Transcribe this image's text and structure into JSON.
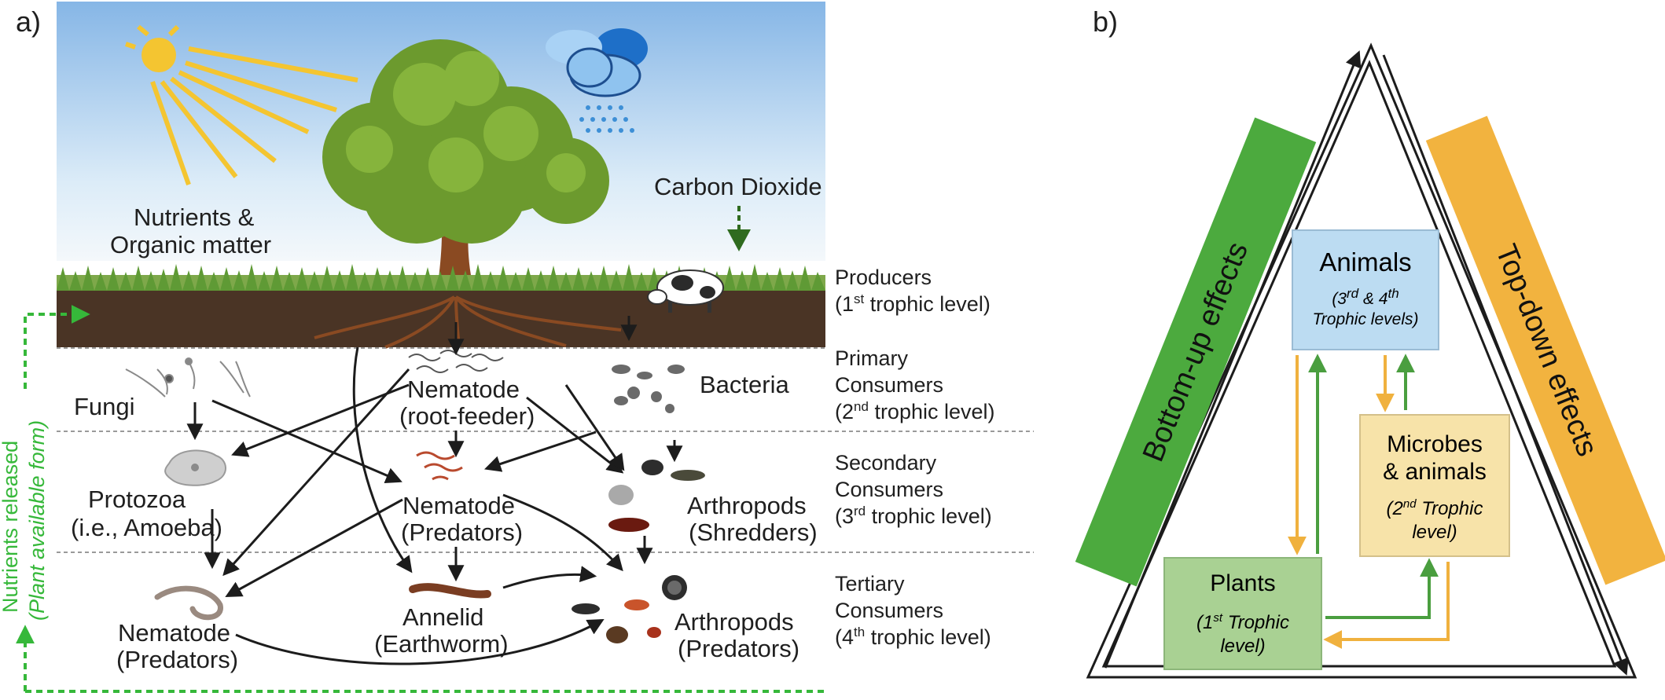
{
  "panel_a": {
    "panel_label": "a)",
    "inputs": {
      "co2": "Carbon Dioxide",
      "nutrients_line1": "Nutrients &",
      "nutrients_line2": "Organic matter"
    },
    "levels": [
      {
        "line1": "Producers",
        "line2_sup": "st",
        "line2_pre": "(1",
        "line2_post": " trophic level)"
      },
      {
        "line1": "Primary",
        "line2": "Consumers",
        "line3_pre": "(2",
        "line3_sup": "nd",
        "line3_post": " trophic level)"
      },
      {
        "line1": "Secondary",
        "line2": "Consumers",
        "line3_pre": "(3",
        "line3_sup": "rd",
        "line3_post": " trophic level)"
      },
      {
        "line1": "Tertiary",
        "line2": "Consumers",
        "line3_pre": "(4",
        "line3_sup": "th",
        "line3_post": " trophic level)"
      }
    ],
    "organisms": {
      "fungi": "Fungi",
      "nematode_root_1": "Nematode",
      "nematode_root_2": "(root-feeder)",
      "bacteria": "Bacteria",
      "protozoa_1": "Protozoa",
      "protozoa_2": "(i.e., Amoeba)",
      "nematode_pred_mid_1": "Nematode",
      "nematode_pred_mid_2": "(Predators)",
      "arthropods_shred_1": "Arthropods",
      "arthropods_shred_2": "(Shredders)",
      "nematode_pred_low_1": "Nematode",
      "nematode_pred_low_2": "(Predators)",
      "annelid_1": "Annelid",
      "annelid_2": "(Earthworm)",
      "arthropods_pred_1": "Arthropods",
      "arthropods_pred_2": "(Predators)"
    },
    "nutrient_loop_line1": "Nutrients released",
    "nutrient_loop_line2": "(Plant available form)"
  },
  "panel_b": {
    "panel_label": "b)",
    "bottom_up": "Bottom-up effects",
    "top_down": "Top-down effects",
    "boxes": {
      "animals_title": "Animals",
      "animals_sub_a": "(3",
      "animals_sup_a": "rd",
      "animals_sub_b": " & 4",
      "animals_sup_b": "th",
      "animals_sub2": "Trophic levels)",
      "microbes_title1": "Microbes",
      "microbes_title2": "& animals",
      "microbes_sub1_pre": "(2",
      "microbes_sub1_sup": "nd",
      "microbes_sub1_post": " Trophic",
      "microbes_sub2": "level)",
      "plants_title": "Plants",
      "plants_sub1_pre": "(1",
      "plants_sub1_sup": "st",
      "plants_sub1_post": " Trophic",
      "plants_sub2": "level)"
    }
  },
  "colors": {
    "green_arrow": "#4a9e3f",
    "orange_arrow": "#f0b13e",
    "bottom_up_bar": "#4caa3e",
    "top_down_bar": "#f2b33f",
    "animals_box": "#bcdcf2",
    "microbes_box": "#f7e3a9",
    "plants_box": "#a9d193",
    "nutrient_loop": "#36b83a",
    "soil": "#4a3425",
    "sky_top": "#8ab9e8"
  }
}
